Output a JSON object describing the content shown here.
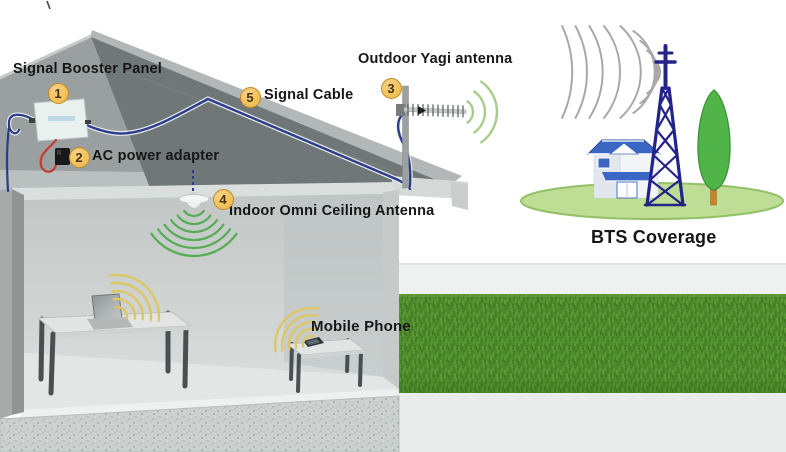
{
  "diagram": {
    "labels": {
      "signal_booster_panel": "Signal Booster Panel",
      "ac_power_adapter": "AC power adapter",
      "outdoor_yagi_antenna": "Outdoor Yagi antenna",
      "signal_cable": "Signal Cable",
      "indoor_omni_ceiling_antenna": "Indoor Omni Ceiling Antenna",
      "mobile_phone": "Mobile Phone",
      "bts_coverage": "BTS Coverage"
    },
    "badges": [
      {
        "number": "1",
        "label": "Signal Booster Panel"
      },
      {
        "number": "2",
        "label": "AC power adapter"
      },
      {
        "number": "3",
        "label": "Outdoor Yagi antenna"
      },
      {
        "number": "4",
        "label": "Indoor Omni Ceiling Antenna"
      },
      {
        "number": "5",
        "label": "Signal Cable"
      }
    ],
    "colors": {
      "badge_fill": "#edb63f",
      "badge_border": "#c08a2e",
      "cable_blue": "#2b3d8a",
      "wave_green": "#55ac52",
      "wave_yellow": "#dcc763",
      "wave_gray": "#a8a8a8",
      "tower_navy": "#23238a",
      "bts_roof_blue": "#3b66c4",
      "grass_green": "#4f8c2c",
      "oval_green": "#bedd95",
      "roof_dark_gray": "#707778",
      "wall_gray": "#c7ccca"
    }
  }
}
